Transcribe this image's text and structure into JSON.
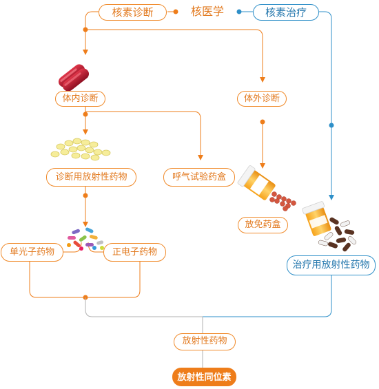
{
  "colors": {
    "orange": "#ee7d1a",
    "blue": "#2e8fc8",
    "line_gray": "#b0b0b0"
  },
  "top": {
    "center_title": "核医学",
    "left_branch": "核素诊断",
    "right_branch": "核素治疗"
  },
  "nodes": {
    "in_vivo": "体内诊断",
    "in_vitro": "体外诊断",
    "diagnostic_drugs": "诊断用放射性药物",
    "breath_kit": "呼气试验药盒",
    "immuno_kit": "放免药盒",
    "single_photon": "单光子药物",
    "positron": "正电子药物",
    "therapeutic_drugs": "治疗用放射性药物",
    "radiopharma": "放射性药物",
    "radioisotope": "放射性同位素"
  },
  "icons": [
    "capsule-icon",
    "tablets-icon",
    "pill-bottle-icon",
    "mixed-pills-icon",
    "pill-bottle-spill-icon"
  ]
}
